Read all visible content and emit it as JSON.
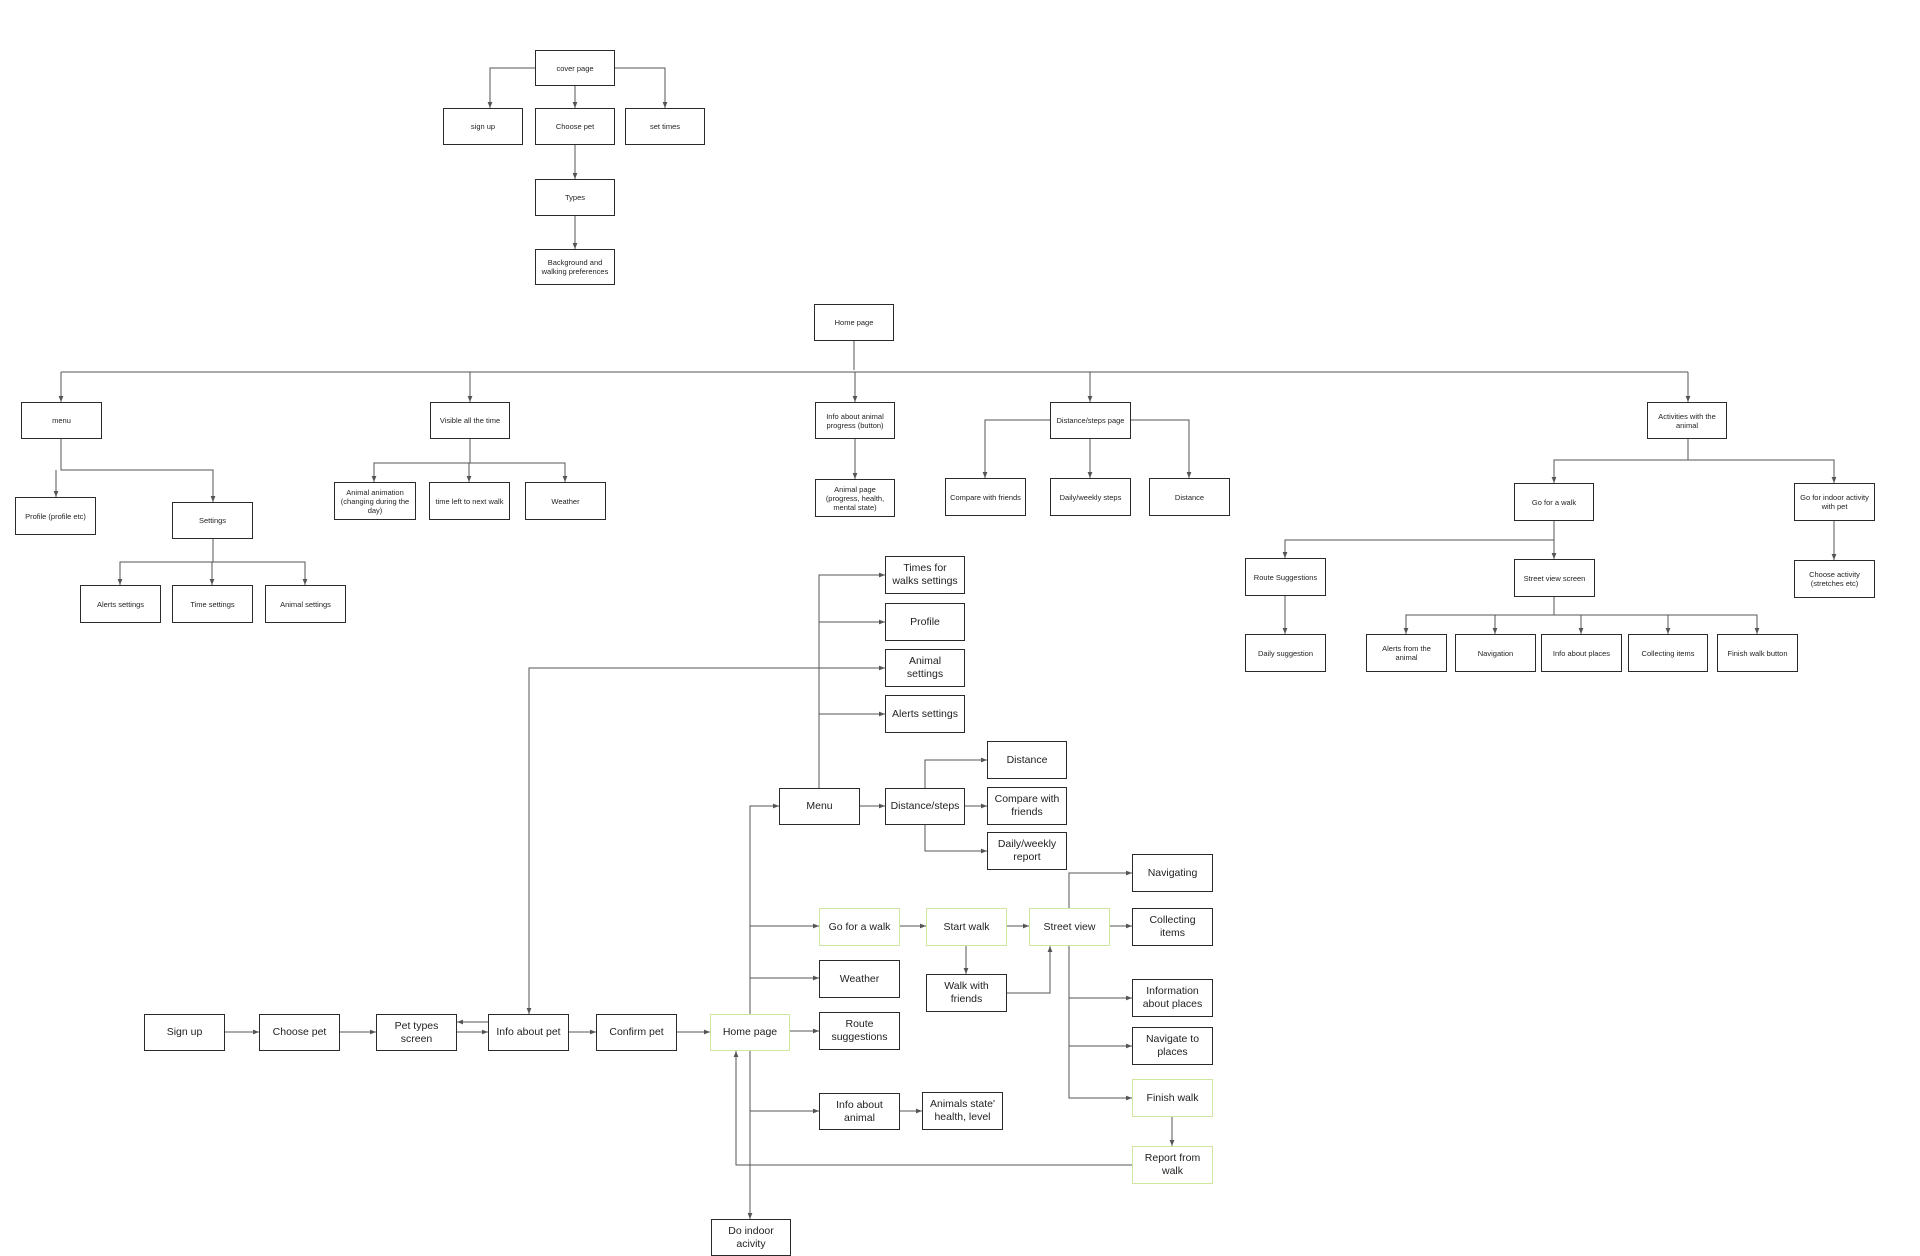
{
  "colors": {
    "box_border": "#2b2b2b",
    "highlight_border": "#cfe6a0",
    "line": "#555555",
    "text": "#1f1f1f"
  },
  "nodes": {
    "cover": "cover page",
    "signup_s": "sign up",
    "choosepet_s": "Choose pet",
    "settimes": "set times",
    "types": "Types",
    "background": "Background and walking preferences",
    "home_s": "Home page",
    "menu_s": "menu",
    "visible": "Visible all the time",
    "infoanimal_s": "Info about animal progress (button)",
    "diststeps_s": "Distance/steps page",
    "activities": "Activities with the animal",
    "profile_s": "Profile (profile etc)",
    "settings_s": "Settings",
    "alerts_s": "Alerts settings",
    "time_s": "Time settings",
    "animalset_s": "Animal settings",
    "animation": "Animal animation (changing during the day)",
    "timeleft": "time left to next walk",
    "weather_s": "Weather",
    "animalpage": "Animal page (progress, health, mental state)",
    "compare_s": "Compare with friends",
    "dailysteps": "Daily/weekly steps",
    "distance_s": "Distance",
    "goforwalk_s": "Go for a walk",
    "indoor_s": "Go for indoor activity with pet",
    "routesugg_s": "Route Suggestions",
    "streetview_s": "Street view screen",
    "chooseact": "Choose activity (stretches etc)",
    "dailysugg": "Daily suggestion",
    "alertsanimal": "Alerts from the animal",
    "navigation_s": "Navigation",
    "infoplaces_s": "Info about places",
    "collecting_s": "Collecting items",
    "finishbtn": "Finish walk button",
    "signup_l": "Sign up",
    "choosepet_l": "Choose pet",
    "pettypes": "Pet types screen",
    "infopet": "Info about pet",
    "confirm": "Confirm pet",
    "home_l": "Home page",
    "menu_l": "Menu",
    "timeswalks": "Times for walks settings",
    "profile_l": "Profile",
    "animalset_l": "Animal settings",
    "alerts_l": "Alerts settings",
    "diststeps_l": "Distance/steps",
    "distance_l": "Distance",
    "compare_l": "Compare with friends",
    "dailyreport": "Daily/weekly report",
    "goforwalk_l": "Go for a walk",
    "startwalk": "Start walk",
    "streetview_l": "Street view",
    "walkfriends": "Walk with friends",
    "weather_l": "Weather",
    "routesugg_l": "Route suggestions",
    "infoanimal_l": "Info about animal",
    "animalsstate": "Animals state' health, level",
    "navigating": "Navigating",
    "collecting_l": "Collecting items",
    "infoplaces_l": "Information about places",
    "navigateto": "Navigate to places",
    "finishwalk": "Finish walk",
    "report": "Report from walk",
    "indoor_l": "Do indoor acivity"
  }
}
